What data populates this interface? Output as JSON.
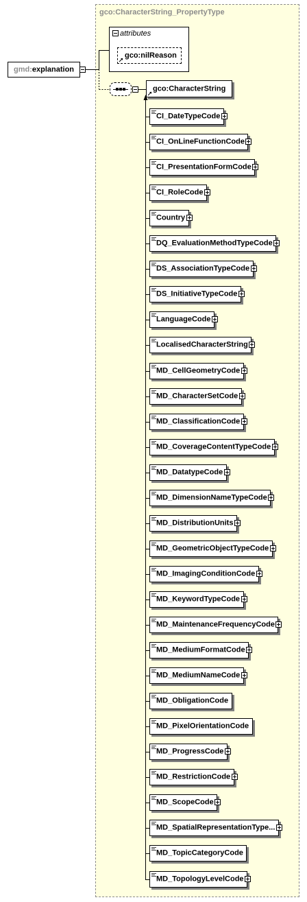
{
  "root": {
    "prefix": "gmd:",
    "name": "explanation"
  },
  "type_title": "gco:CharacterString_PropertyType",
  "attributes": {
    "title": "attributes",
    "items": [
      "gco:nilReason"
    ]
  },
  "character_string": "gco:CharacterString",
  "substitutes": [
    {
      "label": "CI_DateTypeCode",
      "expandable": true
    },
    {
      "label": "CI_OnLineFunctionCode",
      "expandable": true
    },
    {
      "label": "CI_PresentationFormCode",
      "expandable": true
    },
    {
      "label": "CI_RoleCode",
      "expandable": true
    },
    {
      "label": "Country",
      "expandable": true
    },
    {
      "label": "DQ_EvaluationMethodTypeCode",
      "expandable": true
    },
    {
      "label": "DS_AssociationTypeCode",
      "expandable": true
    },
    {
      "label": "DS_InitiativeTypeCode",
      "expandable": true
    },
    {
      "label": "LanguageCode",
      "expandable": true
    },
    {
      "label": "LocalisedCharacterString",
      "expandable": true
    },
    {
      "label": "MD_CellGeometryCode",
      "expandable": true
    },
    {
      "label": "MD_CharacterSetCode",
      "expandable": true
    },
    {
      "label": "MD_ClassificationCode",
      "expandable": true
    },
    {
      "label": "MD_CoverageContentTypeCode",
      "expandable": true
    },
    {
      "label": "MD_DatatypeCode",
      "expandable": true
    },
    {
      "label": "MD_DimensionNameTypeCode",
      "expandable": true
    },
    {
      "label": "MD_DistributionUnits",
      "expandable": true
    },
    {
      "label": "MD_GeometricObjectTypeCode",
      "expandable": true
    },
    {
      "label": "MD_ImagingConditionCode",
      "expandable": true
    },
    {
      "label": "MD_KeywordTypeCode",
      "expandable": true
    },
    {
      "label": "MD_MaintenanceFrequencyCode",
      "expandable": true
    },
    {
      "label": "MD_MediumFormatCode",
      "expandable": true
    },
    {
      "label": "MD_MediumNameCode",
      "expandable": true
    },
    {
      "label": "MD_ObligationCode",
      "expandable": false
    },
    {
      "label": "MD_PixelOrientationCode",
      "expandable": false
    },
    {
      "label": "MD_ProgressCode",
      "expandable": true
    },
    {
      "label": "MD_RestrictionCode",
      "expandable": true
    },
    {
      "label": "MD_ScopeCode",
      "expandable": true
    },
    {
      "label": "MD_SpatialRepresentationType...",
      "expandable": true
    },
    {
      "label": "MD_TopicCategoryCode",
      "expandable": false
    },
    {
      "label": "MD_TopologyLevelCode",
      "expandable": true
    }
  ]
}
